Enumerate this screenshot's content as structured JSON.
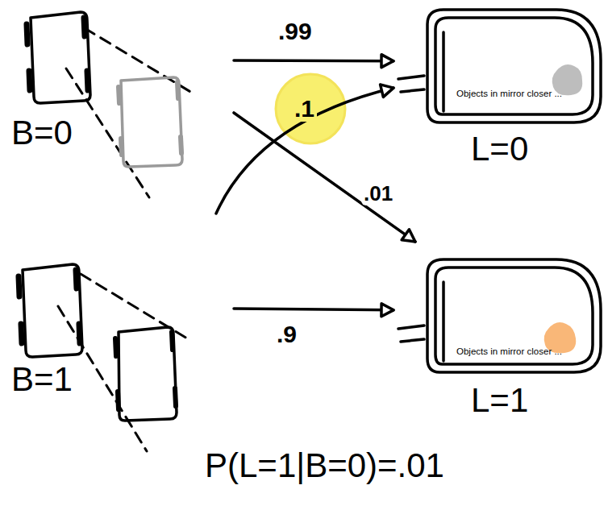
{
  "diagram": {
    "nodes": [
      {
        "text": [
          "B=0"
        ]
      },
      {
        "text": [
          "Objects in mirror closer ...",
          "L=0"
        ]
      },
      {
        "text": [
          "B=1"
        ]
      },
      {
        "text": [
          "Objects in mirror closer ...",
          "L=1"
        ]
      }
    ],
    "edges": [
      {
        "from": 0,
        "to": 1,
        "label": ".99",
        "arrow": "to"
      },
      {
        "from": 0,
        "to": 3,
        "label": ".01",
        "arrow": "to"
      },
      {
        "from": 2,
        "to": 1,
        "label": ".1",
        "arrow": "to"
      },
      {
        "from": 2,
        "to": 3,
        "label": ".9",
        "arrow": "to"
      }
    ],
    "labels": [
      "P(L=1|B=0)=.01"
    ]
  }
}
